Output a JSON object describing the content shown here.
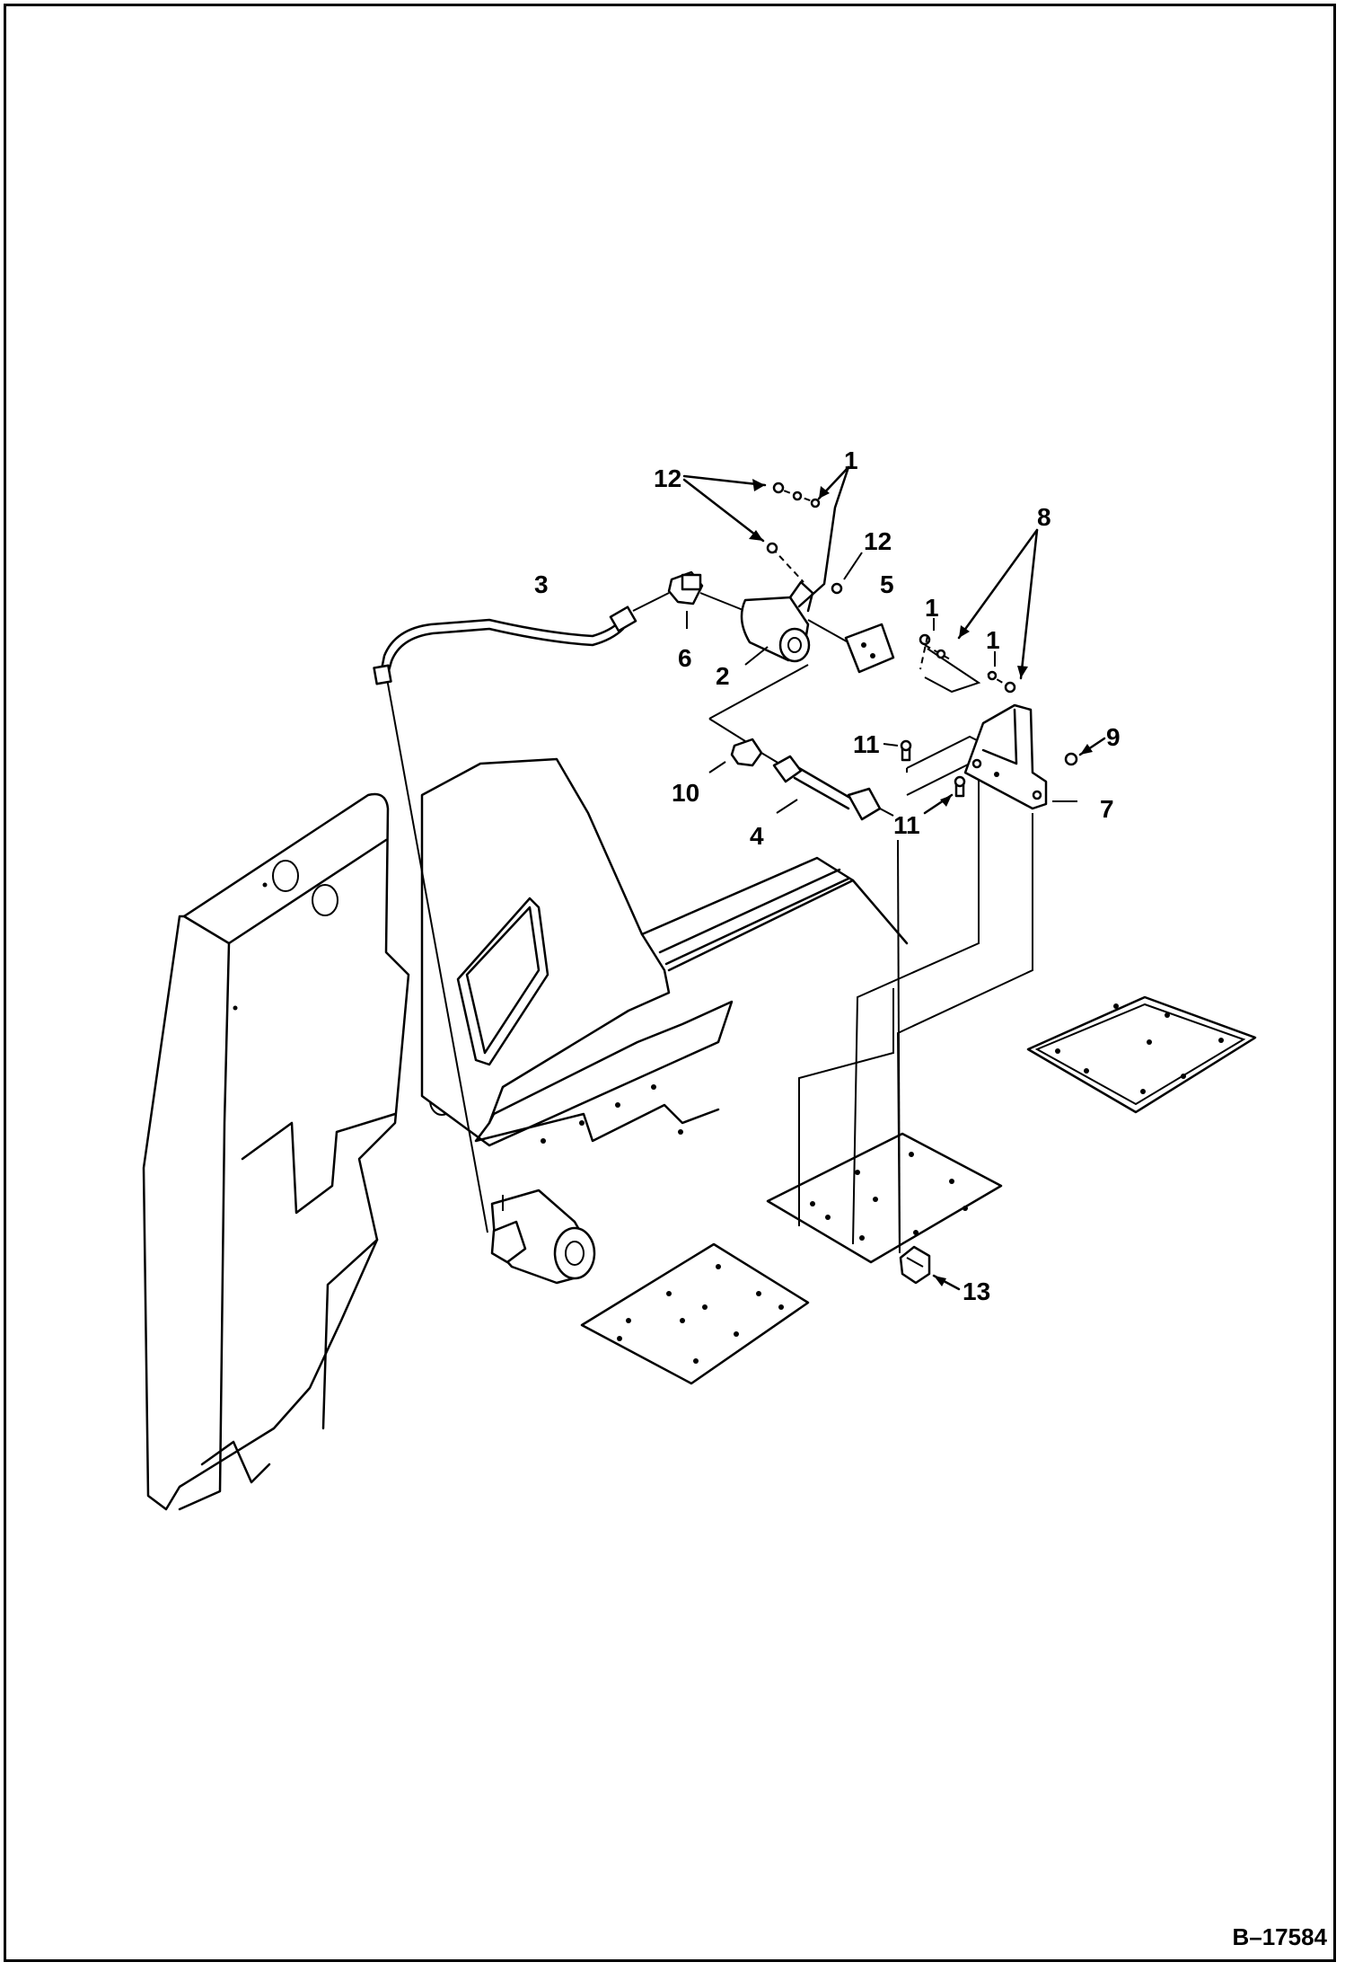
{
  "drawing": {
    "reference_number": "B–17584",
    "callouts": [
      {
        "id": "c1a",
        "label": "1"
      },
      {
        "id": "c12a",
        "label": "12"
      },
      {
        "id": "c12b",
        "label": "12"
      },
      {
        "id": "c3",
        "label": "3"
      },
      {
        "id": "c5",
        "label": "5"
      },
      {
        "id": "c8",
        "label": "8"
      },
      {
        "id": "c1b",
        "label": "1"
      },
      {
        "id": "c1c",
        "label": "1"
      },
      {
        "id": "c6",
        "label": "6"
      },
      {
        "id": "c2",
        "label": "2"
      },
      {
        "id": "c11a",
        "label": "11"
      },
      {
        "id": "c9",
        "label": "9"
      },
      {
        "id": "c10",
        "label": "10"
      },
      {
        "id": "c7",
        "label": "7"
      },
      {
        "id": "c11b",
        "label": "11"
      },
      {
        "id": "c4",
        "label": "4"
      },
      {
        "id": "c13",
        "label": "13"
      }
    ]
  }
}
